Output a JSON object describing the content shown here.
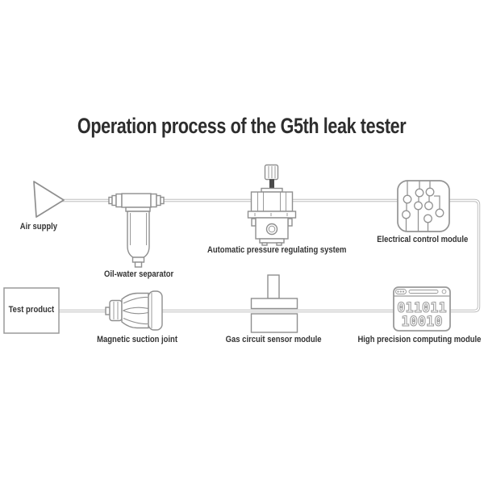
{
  "title": "Operation process of the G5th leak tester",
  "components": {
    "air_supply": {
      "label": "Air supply"
    },
    "oil_water_separator": {
      "label": "Oil-water separator"
    },
    "pressure_regulator": {
      "label": "Automatic pressure regulating system"
    },
    "electrical_control": {
      "label": "Electrical control module"
    },
    "test_product": {
      "label": "Test product"
    },
    "magnetic_joint": {
      "label": "Magnetic suction joint"
    },
    "gas_sensor": {
      "label": "Gas circuit sensor module"
    },
    "computing_module": {
      "label": "High precision computing module",
      "binary_line1": "011011",
      "binary_line2": "10010"
    }
  },
  "colors": {
    "pipe": "#b3b3b3",
    "component_stroke": "#8f8f8f",
    "label_text": "#333333",
    "title_text": "#2d2d2d"
  }
}
